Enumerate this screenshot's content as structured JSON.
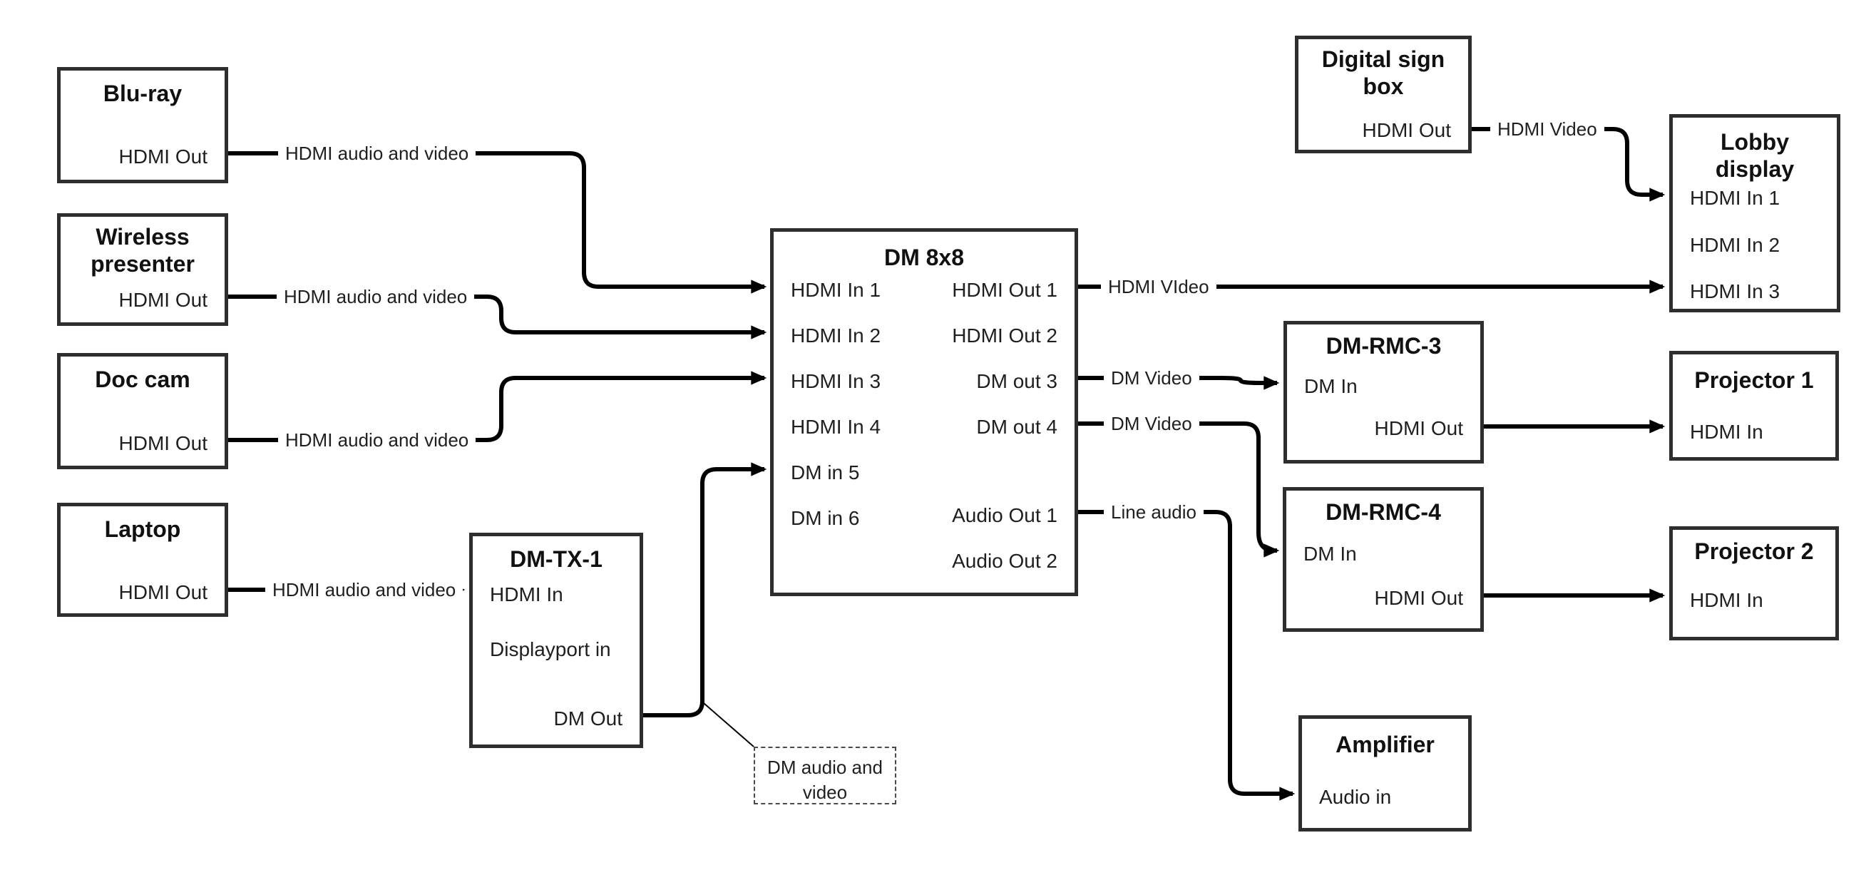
{
  "colors": {
    "background": "#ffffff",
    "wire": "#000000",
    "box_border": "#2e2e2e",
    "text": "#1a1a1a"
  },
  "diagram_type": "AV signal-flow block diagram",
  "nodes": {
    "bluray": {
      "title": "Blu-ray",
      "ports": [
        {
          "label": "HDMI Out"
        }
      ]
    },
    "wireless_presenter": {
      "title": "Wireless presenter",
      "ports": [
        {
          "label": "HDMI Out"
        }
      ]
    },
    "doc_cam": {
      "title": "Doc cam",
      "ports": [
        {
          "label": "HDMI Out"
        }
      ]
    },
    "laptop": {
      "title": "Laptop",
      "ports": [
        {
          "label": "HDMI Out"
        }
      ]
    },
    "dm_tx_1": {
      "title": "DM-TX-1",
      "ports": [
        {
          "label": "HDMI In"
        },
        {
          "label": "Displayport in"
        },
        {
          "label": "DM Out"
        }
      ]
    },
    "dm_8x8": {
      "title": "DM 8x8",
      "left_ports": [
        {
          "label": "HDMI In 1"
        },
        {
          "label": "HDMI In 2"
        },
        {
          "label": "HDMI In 3"
        },
        {
          "label": "HDMI In 4"
        },
        {
          "label": "DM in 5"
        },
        {
          "label": "DM in 6"
        }
      ],
      "right_ports": [
        {
          "label": "HDMI Out 1"
        },
        {
          "label": "HDMI Out 2"
        },
        {
          "label": "DM out 3"
        },
        {
          "label": "DM out 4"
        },
        {
          "label": "Audio Out 1"
        },
        {
          "label": "Audio Out 2"
        }
      ]
    },
    "digital_sign_box": {
      "title": "Digital sign box",
      "ports": [
        {
          "label": "HDMI Out"
        }
      ]
    },
    "lobby_display": {
      "title": "Lobby display",
      "ports": [
        {
          "label": "HDMI In 1"
        },
        {
          "label": "HDMI In 2"
        },
        {
          "label": "HDMI In 3"
        }
      ]
    },
    "dm_rmc_3": {
      "title": "DM-RMC-3",
      "ports": [
        {
          "label": "DM In"
        },
        {
          "label": "HDMI Out"
        }
      ]
    },
    "projector_1": {
      "title": "Projector 1",
      "ports": [
        {
          "label": "HDMI In"
        }
      ]
    },
    "dm_rmc_4": {
      "title": "DM-RMC-4",
      "ports": [
        {
          "label": "DM In"
        },
        {
          "label": "HDMI Out"
        }
      ]
    },
    "projector_2": {
      "title": "Projector 2",
      "ports": [
        {
          "label": "HDMI In"
        }
      ]
    },
    "amplifier": {
      "title": "Amplifier",
      "ports": [
        {
          "label": "Audio in"
        }
      ]
    }
  },
  "edges": [
    {
      "from": "Blu-ray HDMI Out",
      "to": "DM 8x8 HDMI In 1",
      "label": "HDMI audio and video"
    },
    {
      "from": "Wireless presenter HDMI Out",
      "to": "DM 8x8 HDMI In 2",
      "label": "HDMI audio and video"
    },
    {
      "from": "Doc cam HDMI Out",
      "to": "DM 8x8 HDMI In 3",
      "label": "HDMI audio and video"
    },
    {
      "from": "Laptop HDMI Out",
      "to": "DM-TX-1 HDMI In",
      "label": "HDMI audio and video"
    },
    {
      "from": "DM-TX-1 DM Out",
      "to": "DM 8x8 DM in 5",
      "label": ""
    },
    {
      "from": "DM 8x8 HDMI Out 1",
      "to": "Lobby display HDMI In 3",
      "label": "HDMI VIdeo"
    },
    {
      "from": "Digital sign box HDMI Out",
      "to": "Lobby display HDMI In 1",
      "label": "HDMI Video"
    },
    {
      "from": "DM 8x8 DM out 3",
      "to": "DM-RMC-3 DM In",
      "label": "DM Video"
    },
    {
      "from": "DM 8x8 DM out 4",
      "to": "DM-RMC-4 DM In",
      "label": "DM Video"
    },
    {
      "from": "DM 8x8 Audio Out 1",
      "to": "Amplifier Audio in",
      "label": "Line audio"
    },
    {
      "from": "DM-RMC-3 HDMI Out",
      "to": "Projector 1 HDMI In",
      "label": ""
    },
    {
      "from": "DM-RMC-4 HDMI Out",
      "to": "Projector 2 HDMI In",
      "label": ""
    }
  ],
  "annotation": {
    "text": "DM audio and video"
  }
}
